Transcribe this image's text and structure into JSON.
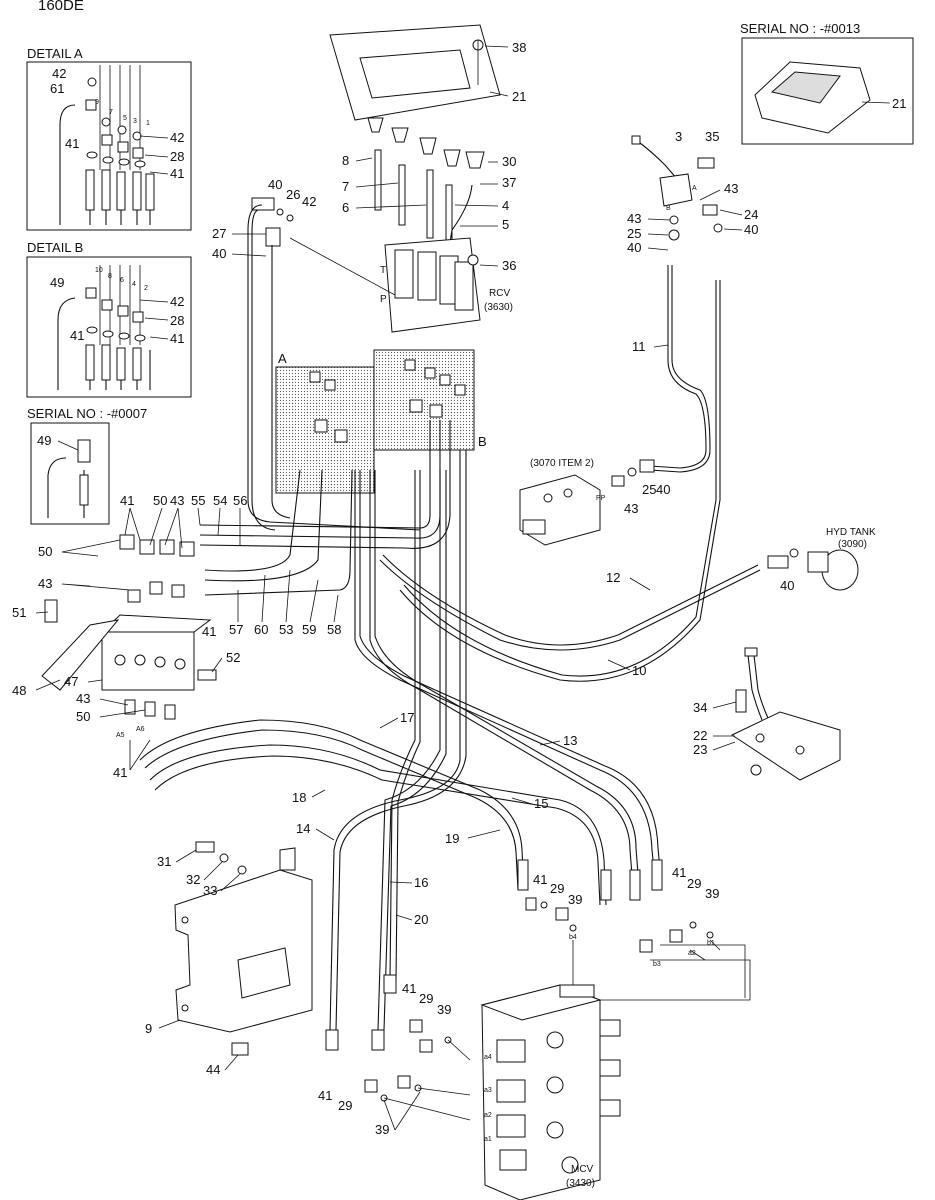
{
  "model_label": "160DE",
  "insets": {
    "detail_a": {
      "title": "DETAIL A",
      "labels": [
        "42",
        "61",
        "41",
        "42",
        "28",
        "41"
      ],
      "port_numbers": [
        "9",
        "7",
        "5",
        "3",
        "1"
      ]
    },
    "detail_b": {
      "title": "DETAIL B",
      "labels": [
        "49",
        "41",
        "42",
        "28",
        "41"
      ],
      "port_numbers": [
        "10",
        "8",
        "6",
        "4",
        "2"
      ]
    },
    "serial_0007": {
      "title": "SERIAL NO : -#0007",
      "labels": [
        "49"
      ]
    },
    "serial_0013": {
      "title": "SERIAL NO : -#0013",
      "labels": [
        "21"
      ]
    }
  },
  "components": {
    "rcv": {
      "name": "RCV",
      "ref": "(3630)"
    },
    "mcv": {
      "name": "MCV",
      "ref": "(3430)"
    },
    "hyd_tank": {
      "name": "HYD TANK",
      "ref": "(3090)"
    },
    "item_3070": {
      "name": "(3070 ITEM 2)"
    },
    "block_a": "A",
    "block_b": "B"
  },
  "port_labels": {
    "rcv_t": "T",
    "rcv_p": "P",
    "valve_b": "B",
    "valve_a": "A",
    "valve_pp": "PP",
    "mcv_ports": [
      "a4",
      "a3",
      "a2",
      "a1"
    ],
    "mcv_right_ports": [
      "b4",
      "b3",
      "a2",
      "b1"
    ],
    "ac_ports": [
      "A5",
      "A6"
    ]
  },
  "callouts": {
    "top_center": [
      "38",
      "21"
    ],
    "rcv_left": [
      "8",
      "7",
      "6",
      "40",
      "26",
      "42",
      "27",
      "40"
    ],
    "rcv_right": [
      "30",
      "37",
      "4",
      "5",
      "36"
    ],
    "right_valve": [
      "3",
      "35",
      "43",
      "24",
      "43",
      "25",
      "40",
      "40",
      "11",
      "25",
      "43",
      "40",
      "40",
      "12",
      "10"
    ],
    "left_block": [
      "41",
      "50",
      "43",
      "55",
      "54",
      "56",
      "50",
      "43",
      "51",
      "48",
      "47",
      "52",
      "43",
      "50",
      "41",
      "41",
      "57",
      "60",
      "53",
      "59",
      "58"
    ],
    "middle": [
      "17",
      "13",
      "18",
      "15",
      "14",
      "19",
      "16",
      "20"
    ],
    "bracket": [
      "31",
      "32",
      "33",
      "9",
      "44"
    ],
    "pedal": [
      "34",
      "22",
      "23"
    ],
    "mcv_side": [
      "41",
      "29",
      "39",
      "41",
      "29",
      "39",
      "41",
      "29",
      "39",
      "41",
      "29",
      "39"
    ]
  }
}
